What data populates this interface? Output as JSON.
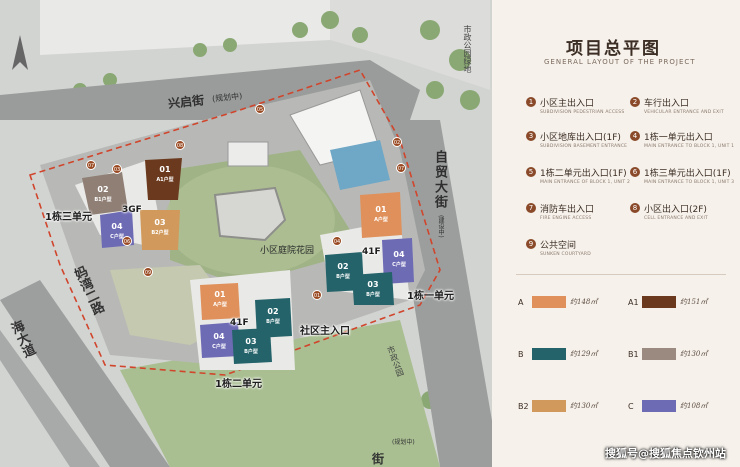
{
  "title": {
    "cn": "项目总平图",
    "en": "GENERAL LAYOUT OF THE PROJECT"
  },
  "legend": [
    {
      "num": "1",
      "cn": "小区主出入口",
      "en": "SUBDIVISION PEDESTRIAN ACCESS"
    },
    {
      "num": "2",
      "cn": "车行出入口",
      "en": "VEHICULAR ENTRANCE AND EXIT"
    },
    {
      "num": "3",
      "cn": "小区地库出入口(1F)",
      "en": "SUBDIVISION BASEMENT ENTRANCE"
    },
    {
      "num": "4",
      "cn": "1栋一单元出入口",
      "en": "MAIN ENTRANCE TO BLOCK 1, UNIT 1"
    },
    {
      "num": "5",
      "cn": "1栋二单元出入口(1F)",
      "en": "MAIN ENTRANCE OF BLOCK 1, UNIT 2"
    },
    {
      "num": "6",
      "cn": "1栋三单元出入口(1F)",
      "en": "MAIN ENTRANCE TO BLOCK 1, UNIT 3"
    },
    {
      "num": "7",
      "cn": "消防车出入口",
      "en": "FIRE ENGINE ACCESS"
    },
    {
      "num": "8",
      "cn": "小区出入口(2F)",
      "en": "CELL ENTRANCE AND EXIT"
    },
    {
      "num": "9",
      "cn": "公共空间",
      "en": "SUNKEN COURTYARD"
    }
  ],
  "units": [
    {
      "label": "A",
      "area": "约148㎡",
      "color": "#e0905a"
    },
    {
      "label": "A1",
      "area": "约151㎡",
      "color": "#6b3a1e"
    },
    {
      "label": "B",
      "area": "约129㎡",
      "color": "#24636a"
    },
    {
      "label": "B1",
      "area": "约130㎡",
      "color": "#9a8a80"
    },
    {
      "label": "B2",
      "area": "约130㎡",
      "color": "#d19a5c"
    },
    {
      "label": "C",
      "area": "约108㎡",
      "color": "#6e6bb5"
    }
  ],
  "map": {
    "roads": {
      "xingqi": "兴启街",
      "xingqi_note": "(规划中)",
      "zimao": "自贸大街",
      "zimao_note": "(建设中)",
      "mawan": "妈湾二路",
      "haida": "海大道",
      "shizheng": "市政公园绿地",
      "shizheng_right": "市政公园",
      "bottom": "街",
      "bottom_note": "(规划中)",
      "inner_park": "小区庭院花园"
    },
    "block_labels": {
      "unit1": "1栋一单元",
      "unit2": "1栋二单元",
      "unit3": "1栋三单元",
      "main_entrance": "社区主入口"
    },
    "floors": [
      "3GF",
      "41F",
      "41F"
    ],
    "buildings": [
      {
        "code": "01",
        "type": "A1户型"
      },
      {
        "code": "02",
        "type": "B1户型"
      },
      {
        "code": "03",
        "type": "B2户型"
      },
      {
        "code": "04",
        "type": "C户型"
      },
      {
        "code": "01",
        "type": "A户型"
      },
      {
        "code": "02",
        "type": "B户型"
      },
      {
        "code": "03",
        "type": "B户型"
      },
      {
        "code": "04",
        "type": "C户型"
      },
      {
        "code": "01",
        "type": "A户型"
      },
      {
        "code": "02",
        "type": "B户型"
      },
      {
        "code": "03",
        "type": "B户型"
      },
      {
        "code": "04",
        "type": "C户型"
      }
    ],
    "pins": [
      "01",
      "02",
      "03",
      "04",
      "05",
      "06",
      "07",
      "07",
      "08",
      "09"
    ]
  },
  "watermark": "搜狐号@搜狐焦点钦州站"
}
